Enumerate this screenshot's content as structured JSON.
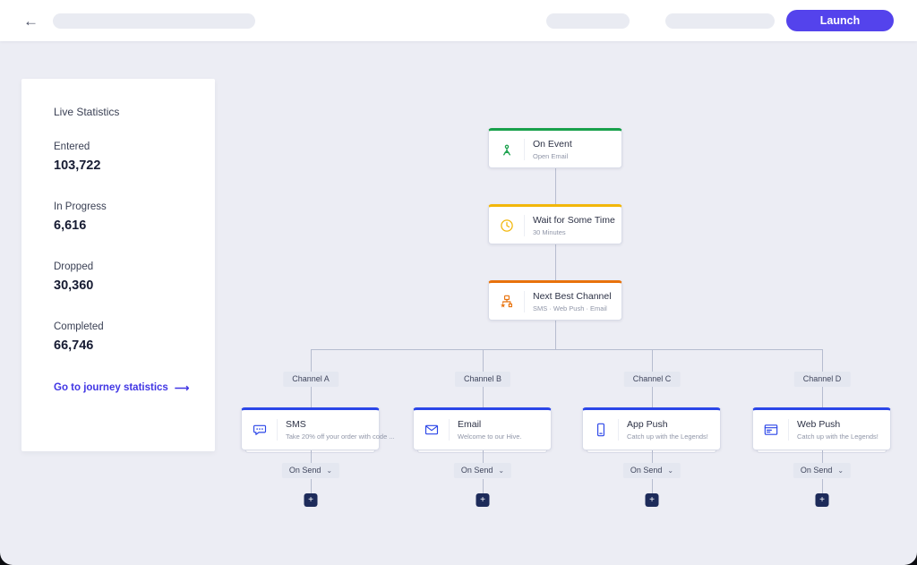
{
  "topbar": {
    "back_icon": "←",
    "launch_label": "Launch",
    "accent_color": "#5443ec"
  },
  "stats": {
    "title": "Live Statistics",
    "items": [
      {
        "label": "Entered",
        "value": "103,722"
      },
      {
        "label": "In Progress",
        "value": "6,616"
      },
      {
        "label": "Dropped",
        "value": "30,360"
      },
      {
        "label": "Completed",
        "value": "66,746"
      }
    ],
    "link_label": "Go to journey statistics",
    "link_arrow": "⟶",
    "link_color": "#4136e4"
  },
  "flow": {
    "trigger": {
      "title": "On Event",
      "subtitle": "Open Email",
      "accent": "#18a04b",
      "icon": "antenna-icon"
    },
    "wait": {
      "title": "Wait for Some Time",
      "subtitle": "30 Minutes",
      "accent": "#f2b70a",
      "icon": "clock-icon"
    },
    "split": {
      "title": "Next Best Channel",
      "subtitle": "SMS · Web Push · Email",
      "accent": "#e8720c",
      "icon": "split-star-icon"
    },
    "channel_accent": "#2b46e8",
    "connector_color": "#b6bccf",
    "branches": [
      {
        "label": "Channel A",
        "title": "SMS",
        "subtitle": "Take 20% off your order with code ...",
        "icon": "sms-icon"
      },
      {
        "label": "Channel B",
        "title": "Email",
        "subtitle": "Welcome to our Hive.",
        "icon": "email-icon"
      },
      {
        "label": "Channel C",
        "title": "App Push",
        "subtitle": "Catch up with the Legends!",
        "icon": "app-push-icon"
      },
      {
        "label": "Channel D",
        "title": "Web Push",
        "subtitle": "Catch up with the Legends!",
        "icon": "web-push-icon"
      }
    ],
    "on_send_label": "On Send",
    "chevron": "⌄",
    "add_label": "+"
  }
}
